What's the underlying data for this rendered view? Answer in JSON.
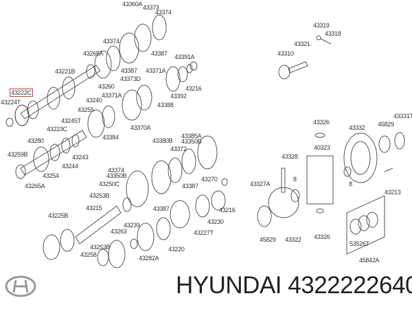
{
  "brand": "HYUNDAI",
  "part_number": "4322222640",
  "highlighted_part": "43222C",
  "colors": {
    "line": "#555555",
    "highlight": "#dd3333",
    "text": "#222222"
  },
  "labels": [
    "43360A",
    "43373",
    "43374",
    "43374",
    "43265A",
    "43387",
    "43387",
    "43391A",
    "43221B",
    "43371A",
    "43373D",
    "43260",
    "43216",
    "43222C",
    "43224T",
    "43371A",
    "43392",
    "43240",
    "43388",
    "43255",
    "43245T",
    "43370A",
    "43223C",
    "43384",
    "43385A",
    "43350B",
    "43380B",
    "43372",
    "43280",
    "43259B",
    "43243",
    "43244",
    "43254",
    "43265A",
    "43270",
    "43374",
    "43350B",
    "43250C",
    "43387",
    "43253B",
    "43387",
    "43215",
    "43216",
    "43225B",
    "43230",
    "43239",
    "43263",
    "43227T",
    "43220",
    "43253B",
    "43282A",
    "43258",
    "43319",
    "43318",
    "43321",
    "43310",
    "43326",
    "43332",
    "45829",
    "43331T",
    "40323",
    "43328",
    "8",
    "8",
    "43327A",
    "43213",
    "45829",
    "43322",
    "43326",
    "53526T",
    "45842A"
  ]
}
